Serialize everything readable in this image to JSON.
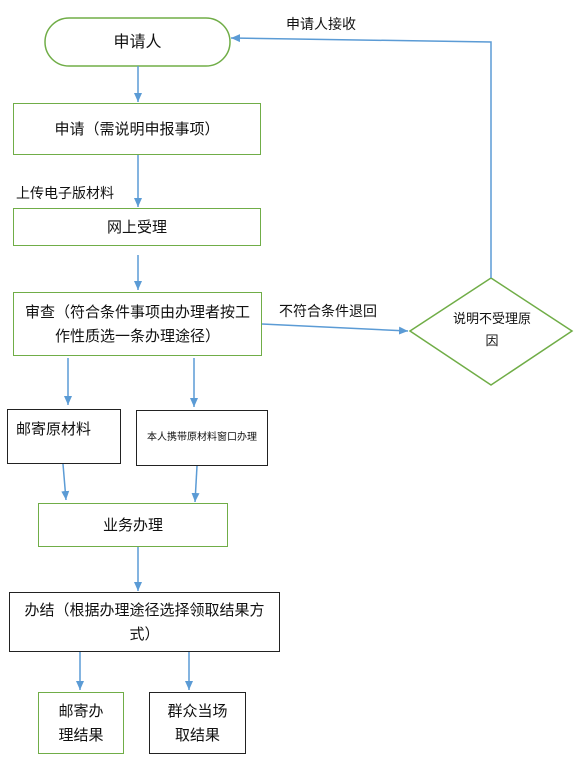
{
  "nodes": {
    "applicant": "申请人",
    "apply": "申请（需说明申报事项）",
    "online_accept": "网上受理",
    "review": "审查（符合条件事项由办理者按工作性质选一条办理途径）",
    "mail_original": "邮寄原材料",
    "in_person_window": "本人携带原材料窗口办理",
    "business_process": "业务办理",
    "conclude": "办结（根据办理途径选择领取结果方式）",
    "mail_result": "邮寄办理结果",
    "pickup_result": "群众当场取结果",
    "not_accepted": "说明不受理原因"
  },
  "edge_labels": {
    "applicant_receive": "申请人接收",
    "upload_material": "上传电子版材料",
    "not_qualified_return": "不符合条件退回"
  },
  "colors": {
    "arrow": "#5b9bd5",
    "node_border": "#70ad47"
  }
}
